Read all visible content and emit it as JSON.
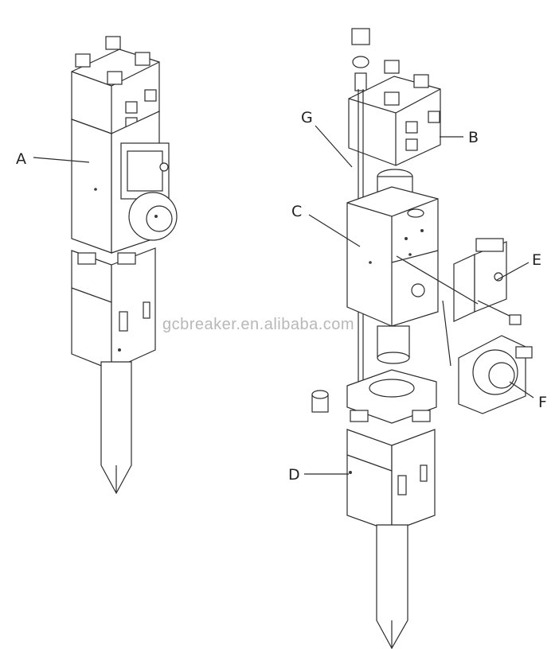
{
  "watermark": "gcbreaker.en.alibaba.com",
  "labels": {
    "a": "A",
    "b": "B",
    "c": "C",
    "d": "D",
    "e": "E",
    "f": "F",
    "g": "G"
  },
  "colors": {
    "ink": "#2b2b2b",
    "background": "#ffffff",
    "watermark": "#b8b8b8"
  }
}
